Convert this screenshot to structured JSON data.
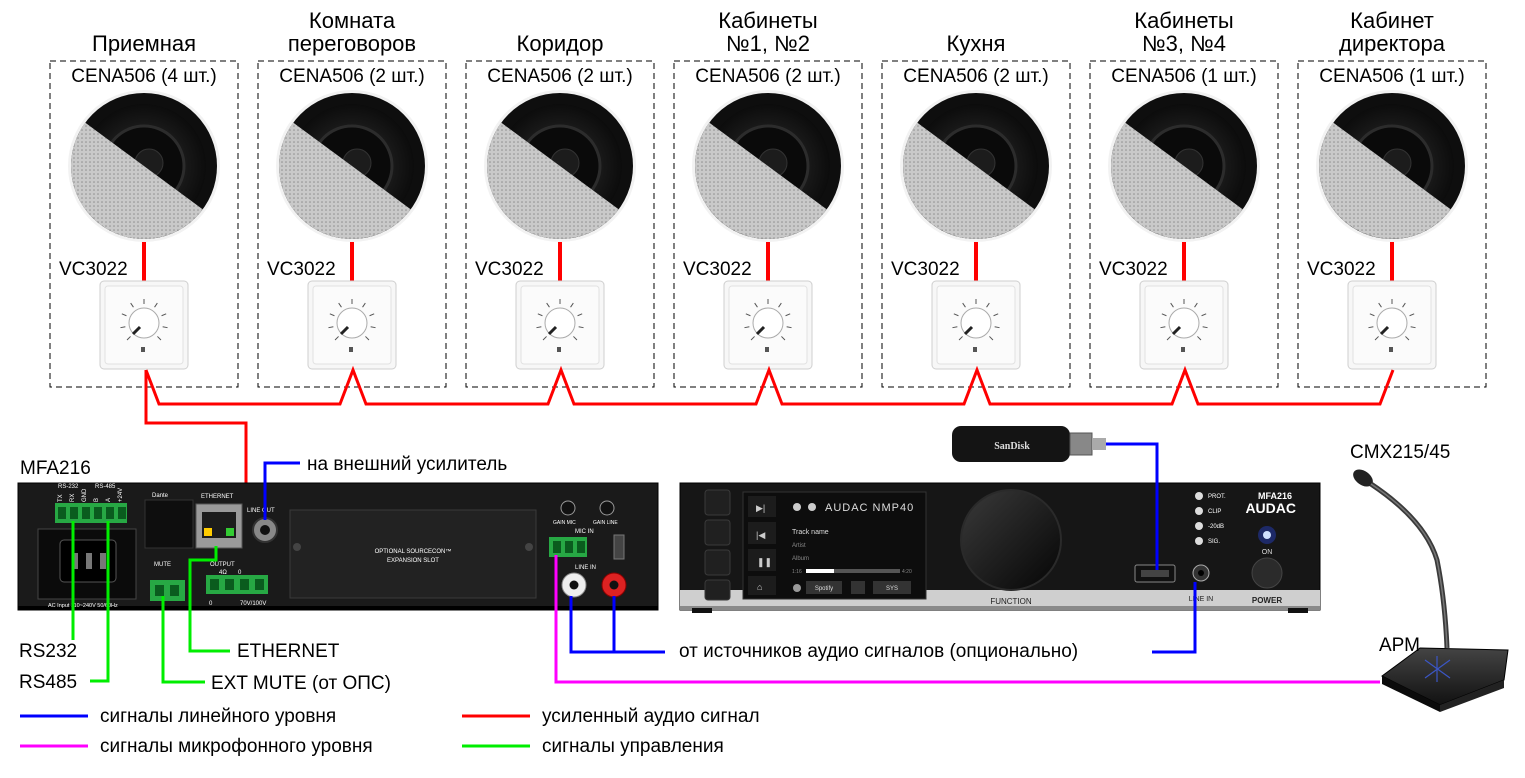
{
  "zones": [
    {
      "title_lines": [
        "Приемная"
      ],
      "speaker_label": "CENA506 (4 шт.)",
      "vc_label": "VC3022"
    },
    {
      "title_lines": [
        "Комната",
        "переговоров"
      ],
      "speaker_label": "CENA506 (2 шт.)",
      "vc_label": "VC3022"
    },
    {
      "title_lines": [
        "Коридор"
      ],
      "speaker_label": "CENA506 (2 шт.)",
      "vc_label": "VC3022"
    },
    {
      "title_lines": [
        "Кабинеты",
        "№1, №2"
      ],
      "speaker_label": "CENA506 (2 шт.)",
      "vc_label": "VC3022"
    },
    {
      "title_lines": [
        "Кухня"
      ],
      "speaker_label": "CENA506 (2 шт.)",
      "vc_label": "VC3022"
    },
    {
      "title_lines": [
        "Кабинеты",
        "№3, №4"
      ],
      "speaker_label": "CENA506 (1 шт.)",
      "vc_label": "VC3022"
    },
    {
      "title_lines": [
        "Кабинет",
        "директора"
      ],
      "speaker_label": "CENA506 (1 шт.)",
      "vc_label": "VC3022"
    }
  ],
  "devices": {
    "rear_title": "MFA216",
    "mic_title": "CMX215/45",
    "apm_label": "АРМ",
    "usb_brand": "SanDisk",
    "rear_panel": {
      "rs232": "RS-232",
      "rs485": "RS-485",
      "dante": "Dante",
      "ethernet": "ETHERNET",
      "line_out": "LINE OUT",
      "mute": "MUTE",
      "output": "OUTPUT",
      "out_4ohm": "4Ω",
      "out_100v": "70V/100V",
      "out_zero_a": "0",
      "out_zero_b": "0",
      "ac_input": "AC Input 110~240V 50/60Hz",
      "slot_line1": "OPTIONAL SOURCECON™",
      "slot_line2": "EXPANSION SLOT",
      "gain_mic": "GAIN MIC",
      "gain_line": "GAIN LINE",
      "mic_in": "MIC IN",
      "line_in": "LINE IN",
      "pins": [
        "TX",
        "RX",
        "GND",
        "B",
        "A",
        "+24V"
      ]
    },
    "front_panel": {
      "screen_title": "AUDAC NMP40",
      "track": "Track name",
      "artist": "Artist",
      "album": "Album",
      "time_start": "1:16",
      "time_end": "4:20",
      "btn_spotify": "Spotify",
      "btn_sys": "SYS",
      "function": "FUNCTION",
      "line_in": "LINE IN",
      "power": "POWER",
      "model": "MFA216",
      "brand": "AUDAC",
      "on": "ON",
      "leds": [
        "PROT.",
        "CLIP",
        "-20dB",
        "SIG."
      ]
    }
  },
  "annotations": {
    "external_amp": "на внешний усилитель",
    "ethernet": "ETHERNET",
    "ext_mute": "EXT MUTE (от ОПС)",
    "rs232": "RS232",
    "rs485": "RS485",
    "sources": "от источников аудио сигналов (опционально)"
  },
  "legend": [
    {
      "label": "сигналы линейного уровня",
      "color": "#0000ff"
    },
    {
      "label": "сигналы микрофонного уровня",
      "color": "#ff00ff"
    },
    {
      "label": "усиленный аудио сигнал",
      "color": "#ff0000"
    },
    {
      "label": "сигналы управления",
      "color": "#00ee00"
    }
  ],
  "colors": {
    "line_level": "#0000ff",
    "mic_level": "#ff00ff",
    "amplified": "#ff0000",
    "control": "#00ee00"
  }
}
